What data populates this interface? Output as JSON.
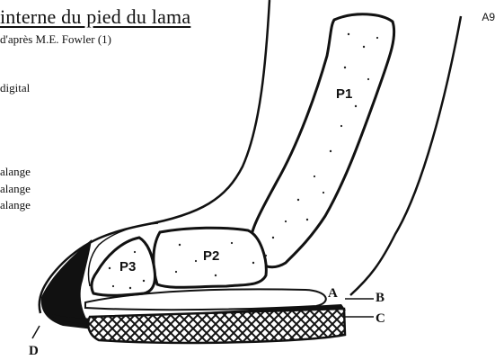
{
  "figure": {
    "title": "interne du pied du lama",
    "source": "d'après M.E. Fowler (1)",
    "figure_number": "A9",
    "side_notes": [
      "digital",
      "alange",
      "alange",
      "alange"
    ],
    "bone_labels": [
      "P1",
      "P2",
      "P3"
    ],
    "structure_labels": [
      "A",
      "B",
      "C",
      "D"
    ]
  }
}
